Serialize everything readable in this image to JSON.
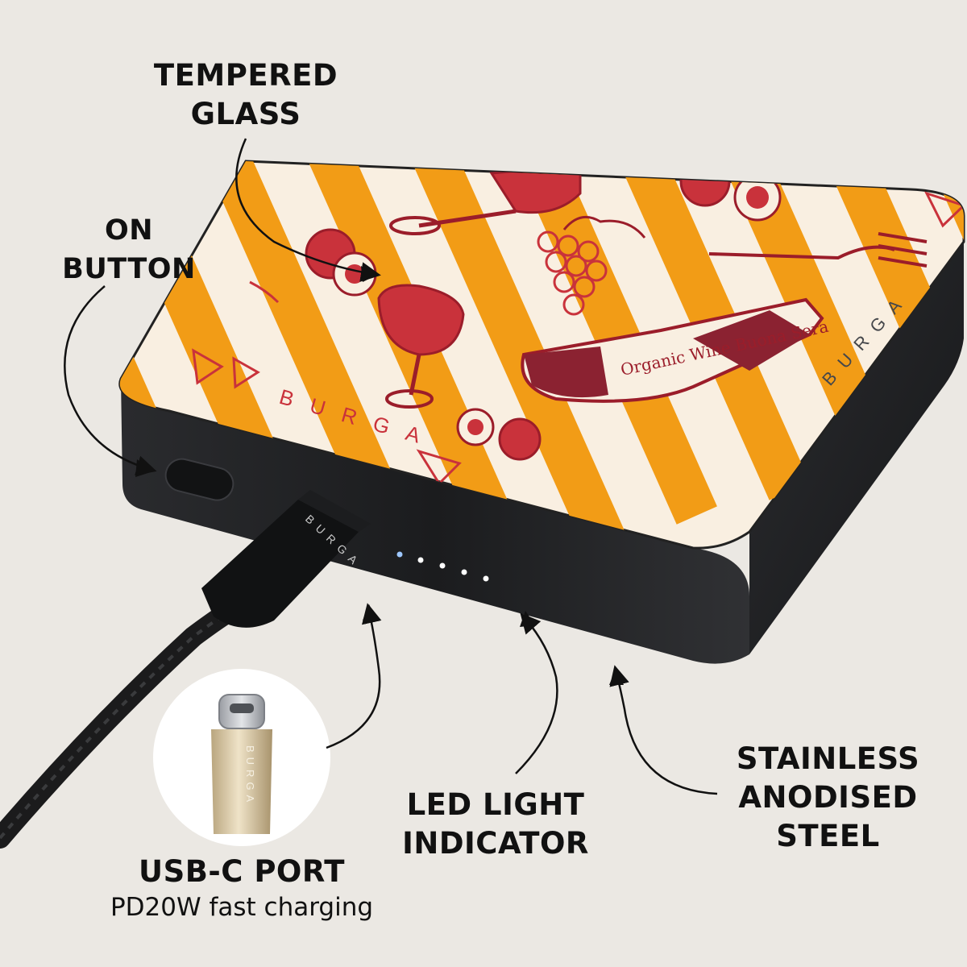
{
  "labels": {
    "tempered_glass": [
      "TEMPERED",
      "GLASS"
    ],
    "on_button": [
      "ON",
      "BUTTON"
    ],
    "usb_c_port": "USB-C PORT",
    "usb_c_sub": "PD20W fast charging",
    "led_light": [
      "LED LIGHT",
      "INDICATOR"
    ],
    "steel": [
      "STAINLESS",
      "ANODISED",
      "STEEL"
    ]
  },
  "brand": {
    "name": "BURGA",
    "bottle_label": "Organic Wine Buona Sera"
  },
  "colors": {
    "background": "#ebe8e3",
    "stripe_orange": "#f29c16",
    "stripe_cream": "#f9efe1",
    "wine_red": "#c9323b",
    "body_black": "#1e1f21",
    "connector_gold": "#d6c3a0",
    "led_white": "#ffffff"
  },
  "led_indicator": {
    "lit_count": 5
  }
}
